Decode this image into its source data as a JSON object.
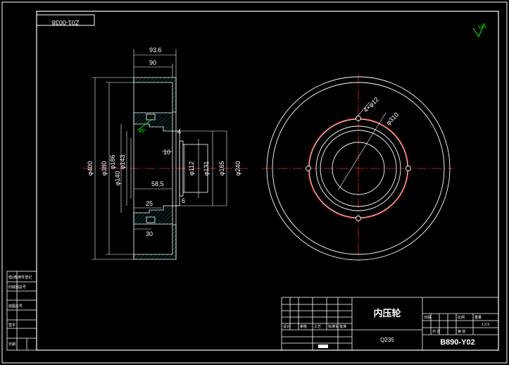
{
  "drawing_number_tag": "Z01-0038",
  "surface_mark": "12.5",
  "section_view": {
    "dims": {
      "d400": "φ400",
      "d380": "φ380",
      "d186": "φ186",
      "d143": "φ143",
      "d140": "φ140",
      "d112": "φ112",
      "d131": "φ131",
      "d165": "φ165",
      "d240": "φ240",
      "w93": "93.6",
      "w90": "90",
      "w10": "10",
      "w58": "58.5",
      "w25": "25",
      "w30": "30",
      "c4": "4",
      "c6": "6",
      "chamfer": "45°"
    }
  },
  "front_view": {
    "hole_label": "4×φ12",
    "pcd_label": "φ310"
  },
  "title_block": {
    "part_name": "内压轮",
    "material": "Q235",
    "drawing_no": "B890-Y02",
    "scale": "1:2.5",
    "cells": [
      "设计",
      "审核",
      "工艺",
      "标准化",
      "批准",
      "日期",
      "比例",
      "重量",
      "共 张",
      "第 张"
    ]
  },
  "left_strip": [
    "借(通)用件登记",
    "旧底图总号",
    "底图总号",
    "签字",
    "日期"
  ]
}
